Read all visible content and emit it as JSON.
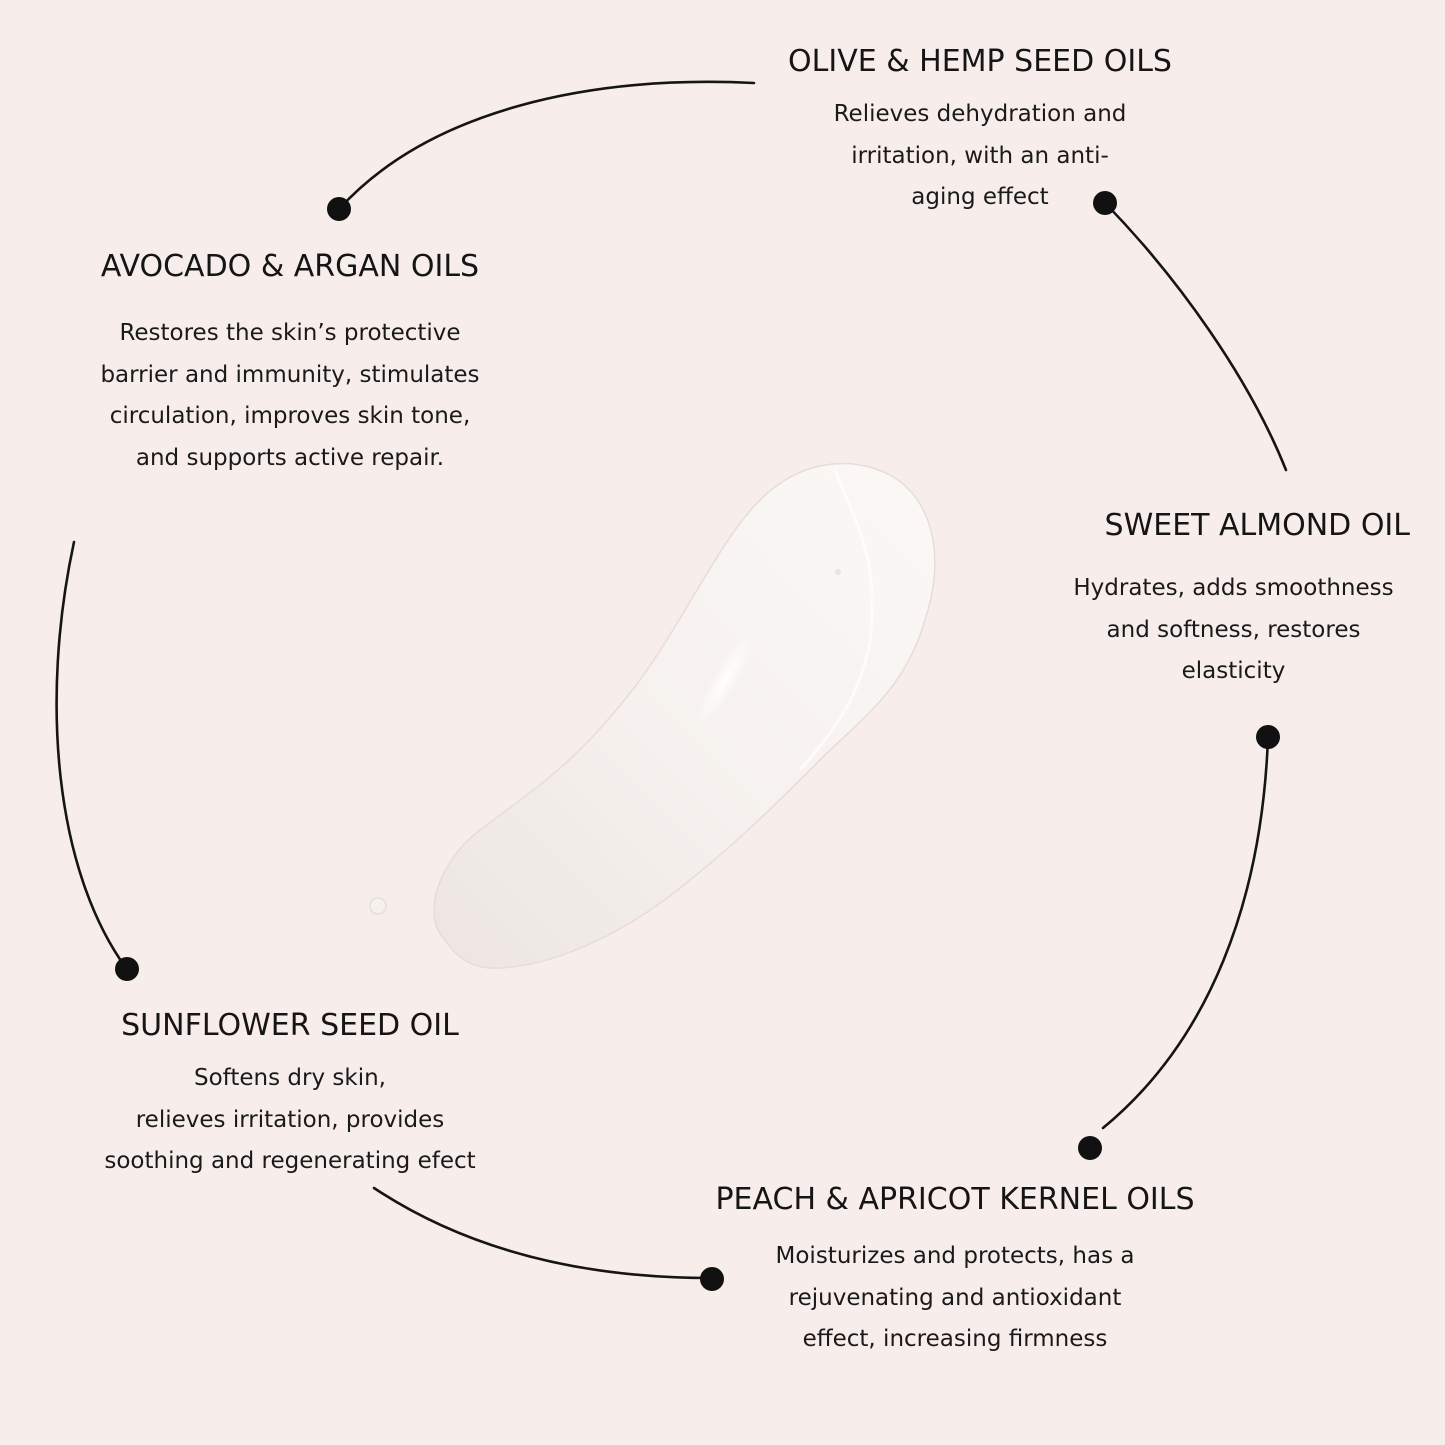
{
  "theme": {
    "background": "#f7eeeb",
    "text": "#151515",
    "line": "#151515",
    "cream": "#f4f0ec"
  },
  "center_image": {
    "subject": "white cream swatch",
    "icon": "cream-swatch-illustration"
  },
  "callouts": [
    {
      "id": "olive",
      "title": "OLIVE & HEMP SEED OILS",
      "lines": [
        "Relieves dehydration and",
        "irritation, with an anti-",
        "aging effect"
      ]
    },
    {
      "id": "avocado",
      "title": "AVOCADO & ARGAN OILS",
      "lines": [
        "Restores the skin’s protective",
        "barrier and immunity, stimulates",
        "circulation, improves skin tone,",
        "and supports active repair."
      ]
    },
    {
      "id": "almond",
      "title": "SWEET ALMOND OIL",
      "lines": [
        "Hydrates, adds smoothness",
        "and softness, restores",
        "elasticity"
      ]
    },
    {
      "id": "sunflower",
      "title": "SUNFLOWER SEED OIL",
      "lines": [
        "Softens dry skin,",
        "relieves irritation, provides",
        "soothing and regenerating efect"
      ]
    },
    {
      "id": "peach",
      "title": "PEACH & APRICOT KERNEL OILS",
      "lines": [
        "Moisturizes and protects, has a",
        "rejuvenating and antioxidant",
        "effect, increasing firmness"
      ]
    }
  ]
}
